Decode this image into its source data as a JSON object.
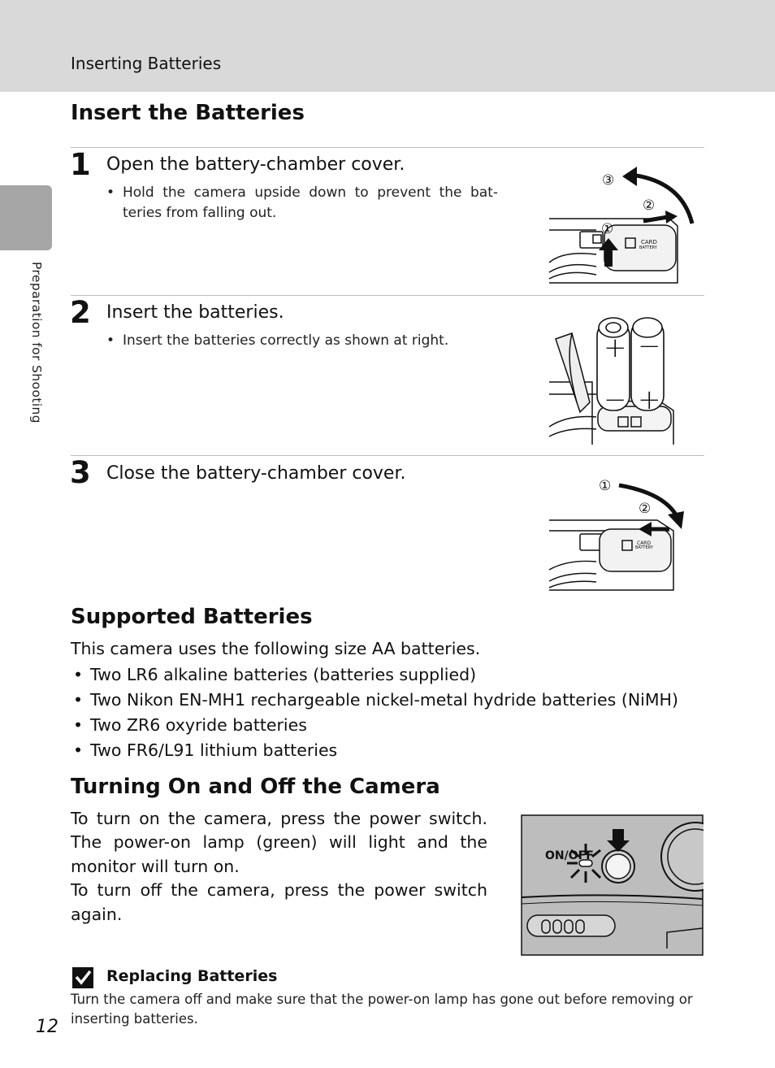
{
  "header": {
    "section_title": "Inserting Batteries"
  },
  "side_tab": {
    "label": "Preparation for Shooting"
  },
  "insert_section": {
    "heading": "Insert the Batteries",
    "steps": [
      {
        "number": "1",
        "title": "Open the battery-chamber cover.",
        "bullet_line1": "Hold the camera upside down to prevent the bat-",
        "bullet_line2": "teries from falling out."
      },
      {
        "number": "2",
        "title": "Insert the batteries.",
        "bullet_line1": "Insert the batteries correctly as shown at right."
      },
      {
        "number": "3",
        "title": "Close the battery-chamber cover."
      }
    ],
    "illustration_marks": {
      "step1": [
        "③",
        "②",
        "①"
      ],
      "step3": [
        "①",
        "②"
      ],
      "battery_plus": "+",
      "battery_minus": "−",
      "card_label": "CARD",
      "battery_label": "BATTERY"
    }
  },
  "supported_section": {
    "heading": "Supported Batteries",
    "intro": "This camera uses the following size AA batteries.",
    "items": [
      "Two LR6 alkaline batteries (batteries supplied)",
      "Two Nikon EN-MH1 rechargeable nickel-metal hydride batteries (NiMH)",
      "Two ZR6 oxyride batteries",
      "Two FR6/L91 lithium batteries"
    ]
  },
  "turning_section": {
    "heading": "Turning On and Off the Camera",
    "para1": "To turn on the camera, press the power switch. The power-on lamp (green) will light and the monitor will turn on.",
    "para2": "To turn off the camera, press the power switch again.",
    "switch_label": "ON/OFF"
  },
  "note": {
    "title": "Replacing Batteries",
    "text": "Turn the camera off and make sure that the power-on lamp has gone out before removing or inserting batteries."
  },
  "footer": {
    "page_number": "12"
  }
}
